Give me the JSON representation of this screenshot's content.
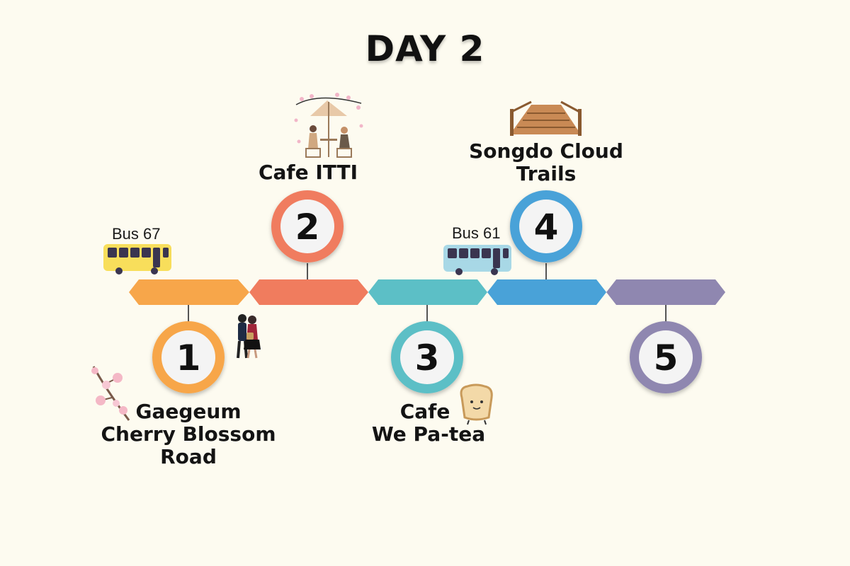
{
  "title": "DAY 2",
  "colors": {
    "background": "#fdfbf0",
    "stop1": "#f7a64a",
    "stop2": "#f07c5e",
    "stop3": "#5cbfc6",
    "stop4": "#49a2d8",
    "stop5": "#8f87b0"
  },
  "stops": [
    {
      "number": "1",
      "name_lines": [
        "Gaegeum",
        "Cherry Blossom",
        "Road"
      ],
      "icon": "cherry-blossom-branch-icon"
    },
    {
      "number": "2",
      "name_lines": [
        "Cafe ITTI"
      ],
      "icon": "cafe-umbrella-couple-icon"
    },
    {
      "number": "3",
      "name_lines": [
        "Cafe",
        "We Pa-tea"
      ],
      "icon": "toast-bread-icon"
    },
    {
      "number": "4",
      "name_lines": [
        "Songdo Cloud",
        "Trails"
      ],
      "icon": "wooden-bridge-icon"
    },
    {
      "number": "5",
      "name_lines": [],
      "icon": ""
    }
  ],
  "buses": [
    {
      "label": "Bus 67",
      "color": "#f8de5b",
      "icon": "yellow-bus-icon"
    },
    {
      "label": "Bus 61",
      "color": "#a8d8e6",
      "icon": "blue-bus-icon"
    }
  ],
  "extra_icons": [
    "couple-walking-icon"
  ]
}
